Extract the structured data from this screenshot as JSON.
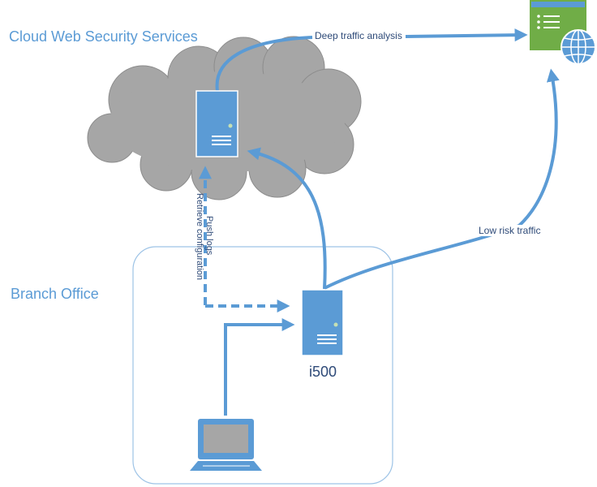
{
  "diagram": {
    "regions": {
      "cloud_title": "Cloud Web Security Services",
      "branch_title": "Branch Office"
    },
    "edges": {
      "deep_traffic": "Deep traffic analysis",
      "low_risk": "Low risk traffic",
      "retrieve_config": "Retrieve configuration",
      "push_logs": "Push logs"
    },
    "devices": {
      "branch_appliance": "i500"
    },
    "icons": {
      "cloud": "cloud-icon",
      "cloud_server": "server-icon",
      "branch_server": "server-icon",
      "laptop": "laptop-icon",
      "web_destination": "web-page-globe-icon"
    },
    "colors": {
      "accent": "#5b9bd5",
      "connector": "#5b9bd5",
      "cloud": "#a6a6a6",
      "cloud_outline": "#8c8c8c",
      "web_panel": "#70ad47",
      "label_text": "#2e4a78"
    }
  }
}
